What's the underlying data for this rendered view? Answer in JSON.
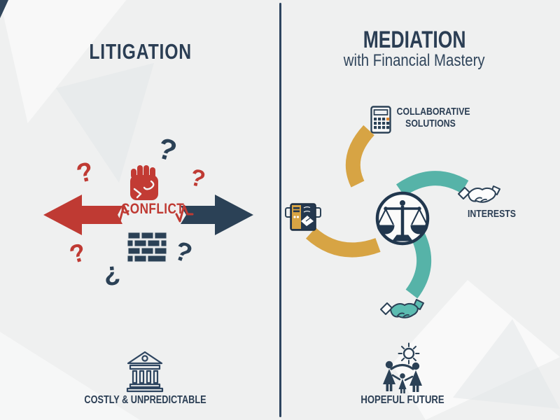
{
  "page": {
    "kind": "litigation vs mediation comparison infographic"
  },
  "colors": {
    "background": "#eff0f0",
    "navy": "#2b4156",
    "red": "#bf3a33",
    "gold": "#d7a444",
    "teal": "#56b3a8",
    "white": "#fdfdfd"
  },
  "left": {
    "title": "LITIGATION",
    "conflict_label": "CONFLICT",
    "question_mark": "?",
    "question_mark_inverted": "¿",
    "caption": "COSTLY & UNPREDICTABLE",
    "icons": {
      "fist": "raised-fist-icon",
      "brick_wall": "brick-wall-icon",
      "courthouse": "courthouse-icon",
      "arrows": "opposing-arrows-icon"
    }
  },
  "right": {
    "title": "MEDIATION",
    "subtitle": "with Financial Mastery",
    "center_icon": "scales-of-justice-icon",
    "nodes": {
      "collaborative": {
        "label": "COLLABORATIVE SOLUTIONS",
        "icon": "calculator-icon",
        "arc_color": "#d7a444"
      },
      "interests": {
        "label": "INTERESTS",
        "icon": "handshake-icon",
        "arc_color": "#56b3a8"
      },
      "agreement": {
        "icon": "scroll-agreement-icon",
        "arc_color": "#d7a444"
      },
      "settlement": {
        "icon": "handshake-icon",
        "arc_color": "#56b3a8"
      },
      "hopeful": {
        "label": "HOPEFUL FUTURE",
        "icon": "family-icon",
        "secondary_icon": "sun-icon"
      }
    }
  }
}
